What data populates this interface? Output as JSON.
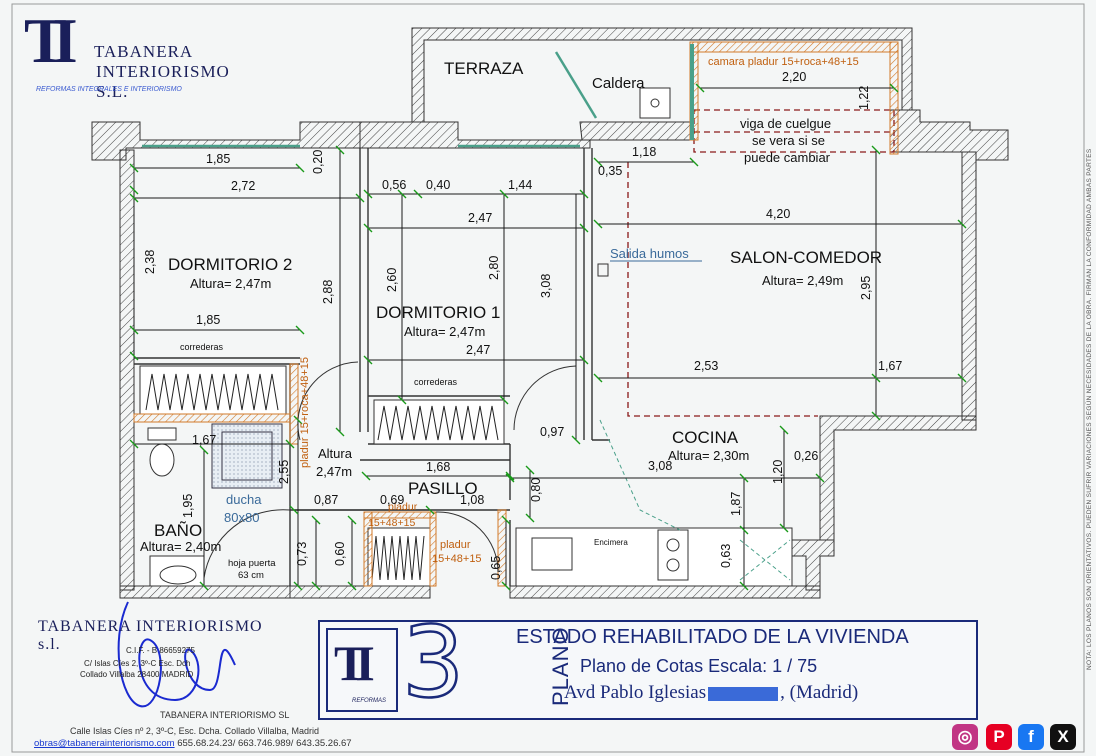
{
  "company": {
    "logo_letters": "TI",
    "name_line1": "TABANERA",
    "name_line2": "INTERIORISMO S.L.",
    "tagline": "REFORMAS INTEGRALES E INTERIORISMO"
  },
  "rooms": {
    "terraza": "TERRAZA",
    "caldera": "Caldera",
    "dormitorio2": {
      "name": "DORMITORIO 2",
      "height": "Altura= 2,47m"
    },
    "dormitorio1": {
      "name": "DORMITORIO 1",
      "height": "Altura= 2,47m"
    },
    "salon": {
      "name": "SALON-COMEDOR",
      "height": "Altura= 2,49m"
    },
    "cocina": {
      "name": "COCINA",
      "height": "Altura= 2,30m"
    },
    "pasillo": {
      "name": "PASILLO",
      "height_l1": "Altura",
      "height_l2": "2,47m"
    },
    "bano": {
      "name": "BAÑO",
      "height": "Altura= 2,40m"
    }
  },
  "notes": {
    "camara": "camara pladur 15+roca+48+15",
    "viga_l1": "viga de cuelgue",
    "viga_l2": "se vera si se",
    "viga_l3": "puede cambiar",
    "salida_humos": "Salida humos",
    "correderas_1": "correderas",
    "correderas_2": "correderas",
    "pladur_vertical": "pladur 15+roca+48+15",
    "pladur_a_l1": "pladur",
    "pladur_a_l2": "15+48+15",
    "pladur_b_l1": "pladur",
    "pladur_b_l2": "15+48+15",
    "ducha_l1": "ducha",
    "ducha_l2": "80x80",
    "hoja_l1": "hoja puerta",
    "hoja_l2": "63 cm",
    "encimera": "Encimera"
  },
  "dimensions": {
    "d1": "1,85",
    "d2": "0,20",
    "d3": "2,72",
    "d4": "2,38",
    "d5": "1,85",
    "d6": "2,88",
    "d7": "0,56",
    "d8": "0,40",
    "d9": "1,44",
    "d10": "2,47",
    "d11": "2,60",
    "d12": "2,80",
    "d13": "3,08",
    "d14": "2,47",
    "d15": "0,35",
    "d16": "1,18",
    "d17": "2,20",
    "d18": "1,22",
    "d19": "4,20",
    "d20": "2,95",
    "d21": "2,53",
    "d22": "1,67",
    "d23": "0,97",
    "d24": "1,67",
    "d25": "2,55",
    "d26": "1,68",
    "d27": "3,08",
    "d28": "1,20",
    "d29": "0,26",
    "d30": "0,80",
    "d31": "1,08",
    "d32": "0,87",
    "d33": "0,69",
    "d34": "1,95",
    "d35": "0,73",
    "d36": "0,60",
    "d37": "0,65",
    "d38": "1,87",
    "d39": "0,63"
  },
  "stamp": {
    "name": "TABANERA INTERIORISMO s.l.",
    "cif": "C.I.F. - B 86659275",
    "address_l1": "C/ Islas Cíes 2, 3º-C Esc. Dch",
    "address_l2": "Collado Villalba 28400 MADRID"
  },
  "footer": {
    "company": "TABANERA INTERIORISMO SL",
    "address": "Calle Islas Cíes nº 2, 3º-C, Esc. Dcha. Collado Villalba, Madrid",
    "email": "obras@tabanerainteriorismo.com",
    "phones": "655.68.24.23/ 663.746.989/ 643.35.26.67"
  },
  "title_block": {
    "logo_letters": "TI",
    "logo_sub": "REFORMAS",
    "plan_number": "3",
    "plan_word": "PLANO",
    "title": "ESTADO REHABILITADO DE LA VIVIENDA",
    "subtitle": "Plano de Cotas   Escala: 1 / 75",
    "address_pre": "Avd Pablo Iglesias",
    "address_post": ", (Madrid)"
  },
  "side_note": "NOTA: LOS PLANOS SON ORIENTATIVOS.  PUEDEN SUFRIR VARIACIONES  SEGÚN NECESIDADES  DE LA OBRA. FIRMAN  LA CONFORMIDAD  AMBAS PARTES",
  "social": [
    "instagram-icon",
    "pinterest-icon",
    "facebook-icon",
    "x-icon"
  ],
  "colors": {
    "wall": "#333333",
    "dim_line": "#1a1a1a",
    "tick": "#1a9a1a",
    "pladur": "#d27a2a",
    "glass": "#4aa08a",
    "blue_text": "#1a2a7a"
  }
}
